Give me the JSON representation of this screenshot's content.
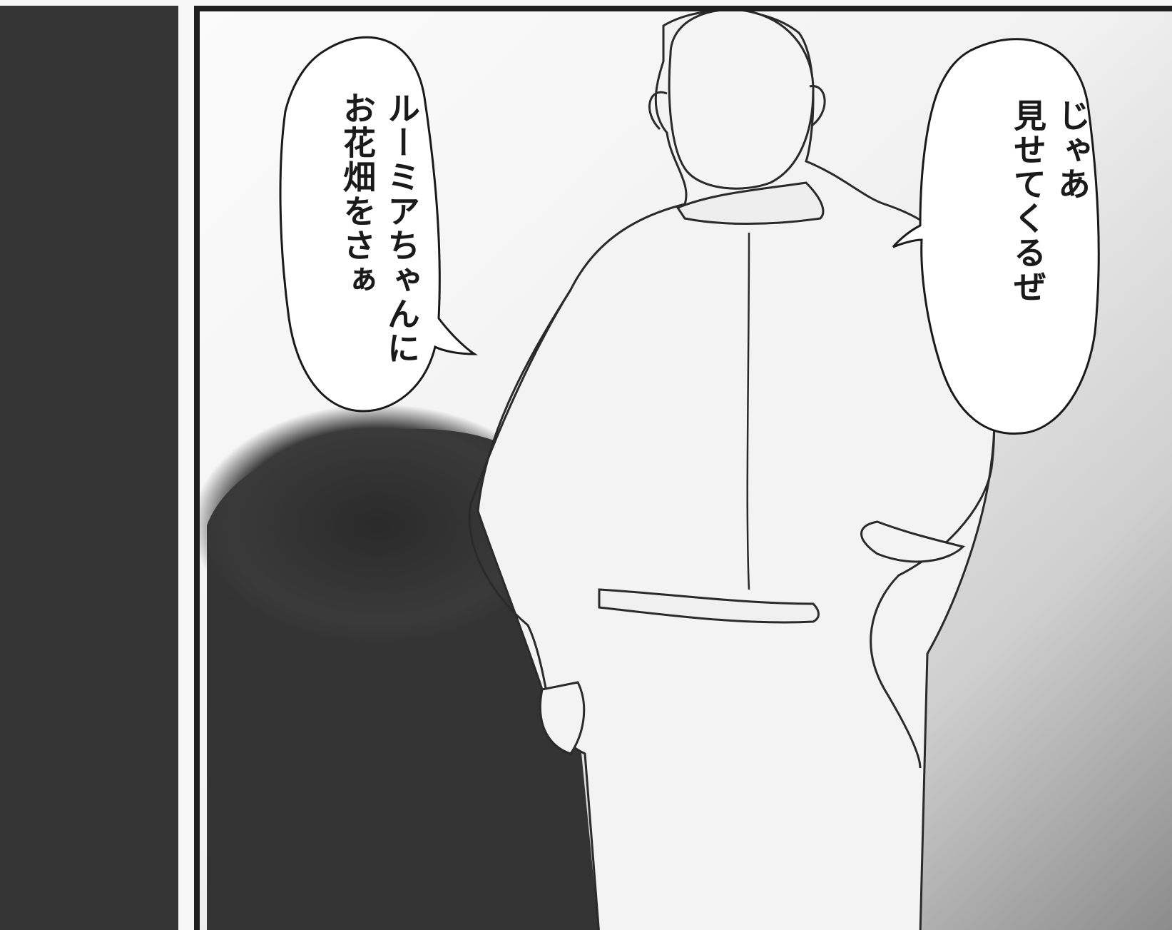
{
  "panels": {
    "left_panel": {
      "tone": "#353535"
    },
    "main_panel": {
      "bubble_left": {
        "lines": [
          "ルーミアちゃんに",
          "お花畑をさぁ"
        ]
      },
      "bubble_right": {
        "lines": [
          "じゃあ",
          "見せてくるぜ"
        ]
      }
    }
  }
}
